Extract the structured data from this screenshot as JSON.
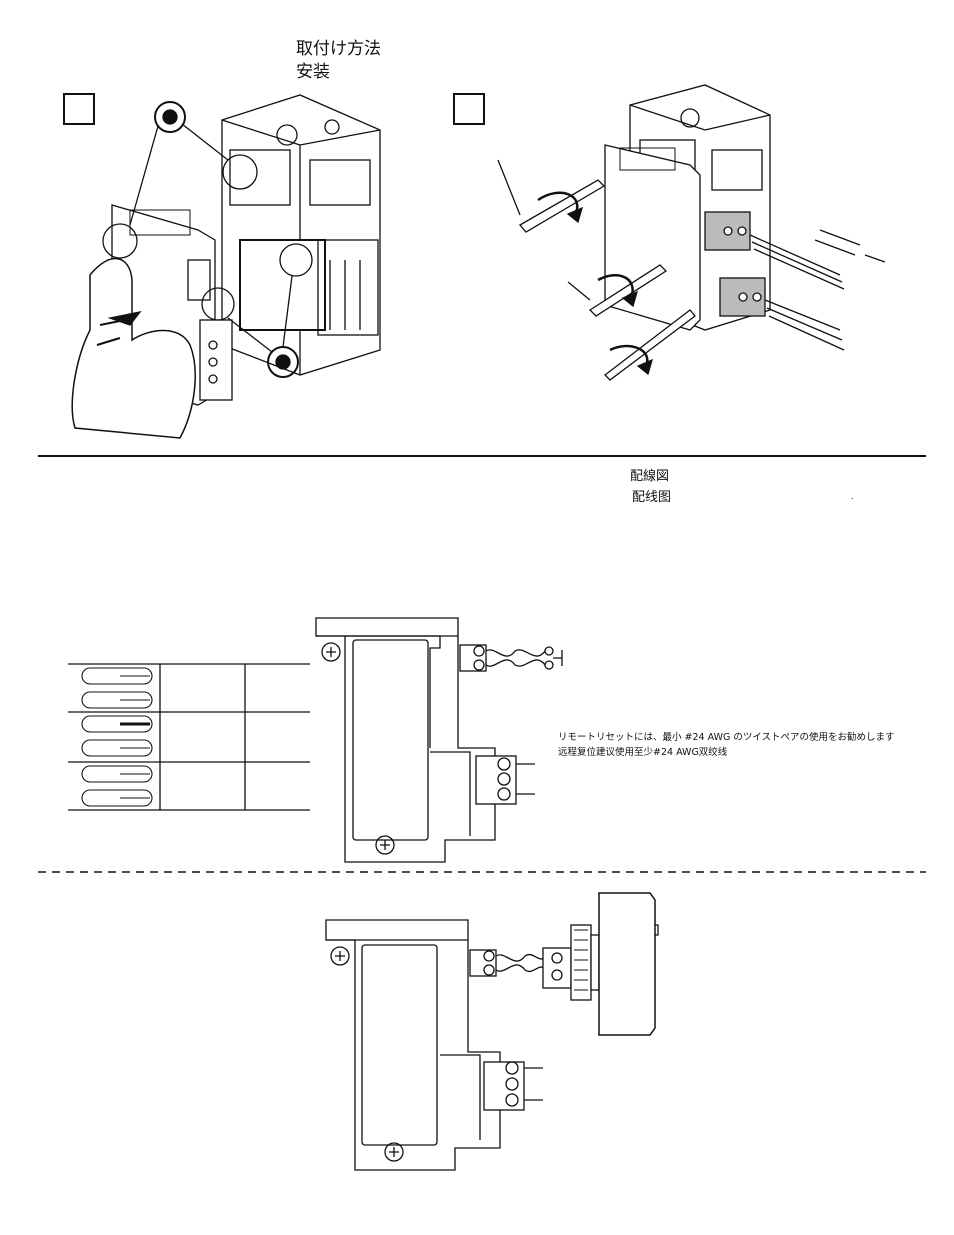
{
  "install": {
    "title_jp": "取付け方法",
    "title_cn": "安装",
    "step1_label": "",
    "step2_label": ""
  },
  "wiring": {
    "title_jp": "配線図",
    "title_cn": "配线图",
    "mark": ".",
    "note_jp": "リモートリセットには、最小 #24 AWG のツイストペアの使用をお勧めします",
    "note_cn": "远程复位建议使用至少#24 AWG双绞线"
  }
}
